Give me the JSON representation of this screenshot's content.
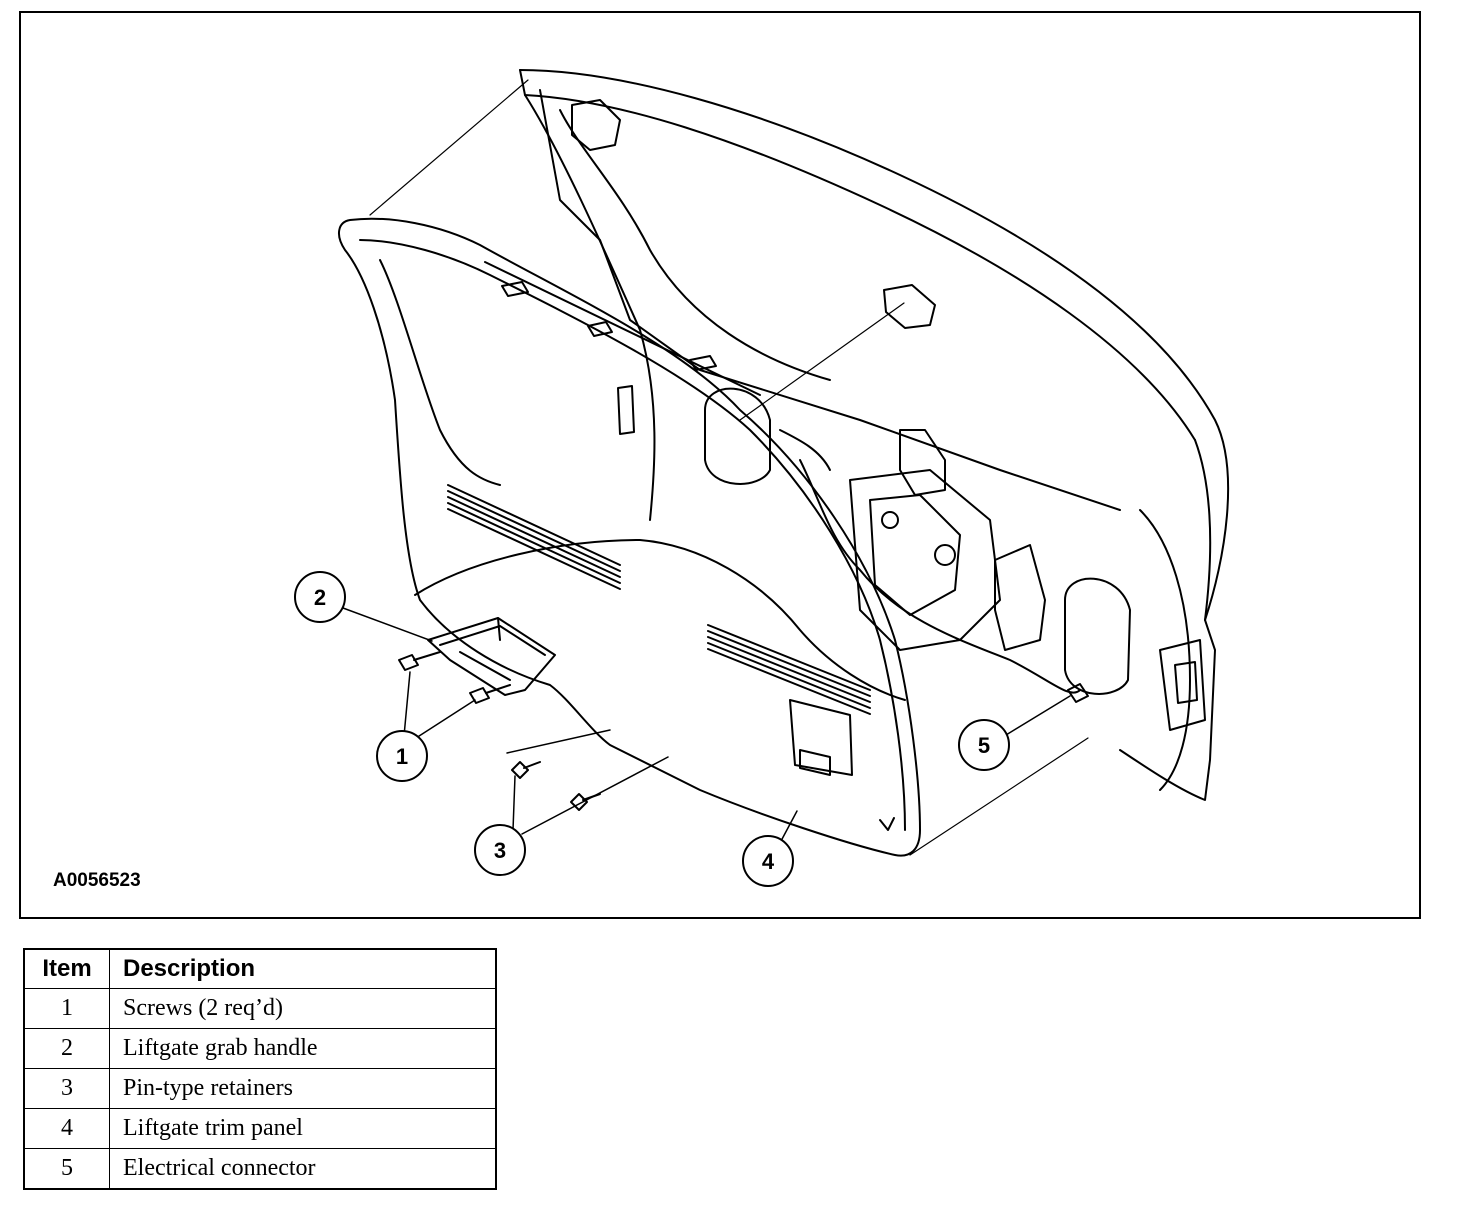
{
  "figure": {
    "figure_id": "A0056523",
    "callouts": [
      "1",
      "2",
      "3",
      "4",
      "5"
    ]
  },
  "legend": {
    "headers": {
      "item": "Item",
      "description": "Description"
    },
    "rows": [
      {
        "item": "1",
        "description": "Screws (2 req’d)"
      },
      {
        "item": "2",
        "description": "Liftgate grab handle"
      },
      {
        "item": "3",
        "description": "Pin-type retainers"
      },
      {
        "item": "4",
        "description": "Liftgate trim panel"
      },
      {
        "item": "5",
        "description": "Electrical connector"
      }
    ]
  }
}
